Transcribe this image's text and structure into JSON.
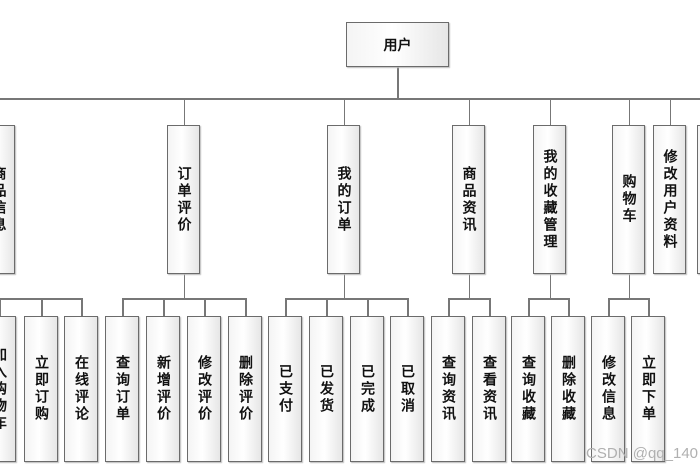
{
  "root": {
    "label": "用户"
  },
  "level2": [
    {
      "label": "商品信息"
    },
    {
      "label": "订单评价"
    },
    {
      "label": "我的订单"
    },
    {
      "label": "商品资讯"
    },
    {
      "label": "我的收藏管理"
    },
    {
      "label": "购物车"
    },
    {
      "label": "修改用户资料"
    },
    {
      "label": ""
    }
  ],
  "level3": [
    {
      "label": "加入购物车",
      "parent": 0
    },
    {
      "label": "立即订购",
      "parent": 0
    },
    {
      "label": "在线评论",
      "parent": 0
    },
    {
      "label": "查询订单",
      "parent": 1
    },
    {
      "label": "新增评价",
      "parent": 1
    },
    {
      "label": "修改评价",
      "parent": 1
    },
    {
      "label": "删除评价",
      "parent": 1
    },
    {
      "label": "已支付",
      "parent": 2
    },
    {
      "label": "已发货",
      "parent": 2
    },
    {
      "label": "已完成",
      "parent": 2
    },
    {
      "label": "已取消",
      "parent": 2
    },
    {
      "label": "查询资讯",
      "parent": 3
    },
    {
      "label": "查看资讯",
      "parent": 3
    },
    {
      "label": "查询收藏",
      "parent": 4
    },
    {
      "label": "删除收藏",
      "parent": 4
    },
    {
      "label": "修改信息",
      "parent": 5
    },
    {
      "label": "立即下单",
      "parent": 5
    }
  ],
  "watermark": "CSDN @qq_140"
}
